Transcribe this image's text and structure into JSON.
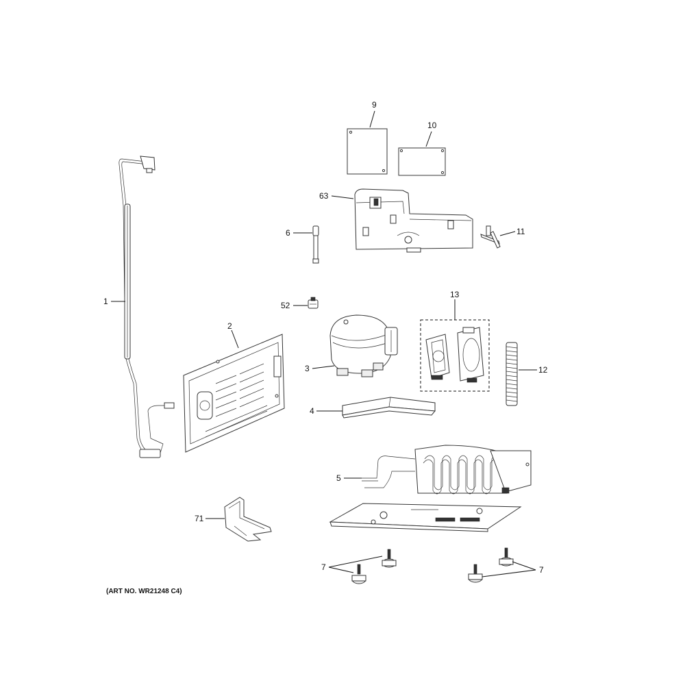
{
  "labels": {
    "p1": "1",
    "p2": "2",
    "p3": "3",
    "p4": "4",
    "p5": "5",
    "p6": "6",
    "p7a": "7",
    "p7b": "7",
    "p9": "9",
    "p10": "10",
    "p11": "11",
    "p12": "12",
    "p13": "13",
    "p52": "52",
    "p63": "63",
    "p71": "71"
  },
  "art_number": "(ART NO. WR21248 C4)"
}
